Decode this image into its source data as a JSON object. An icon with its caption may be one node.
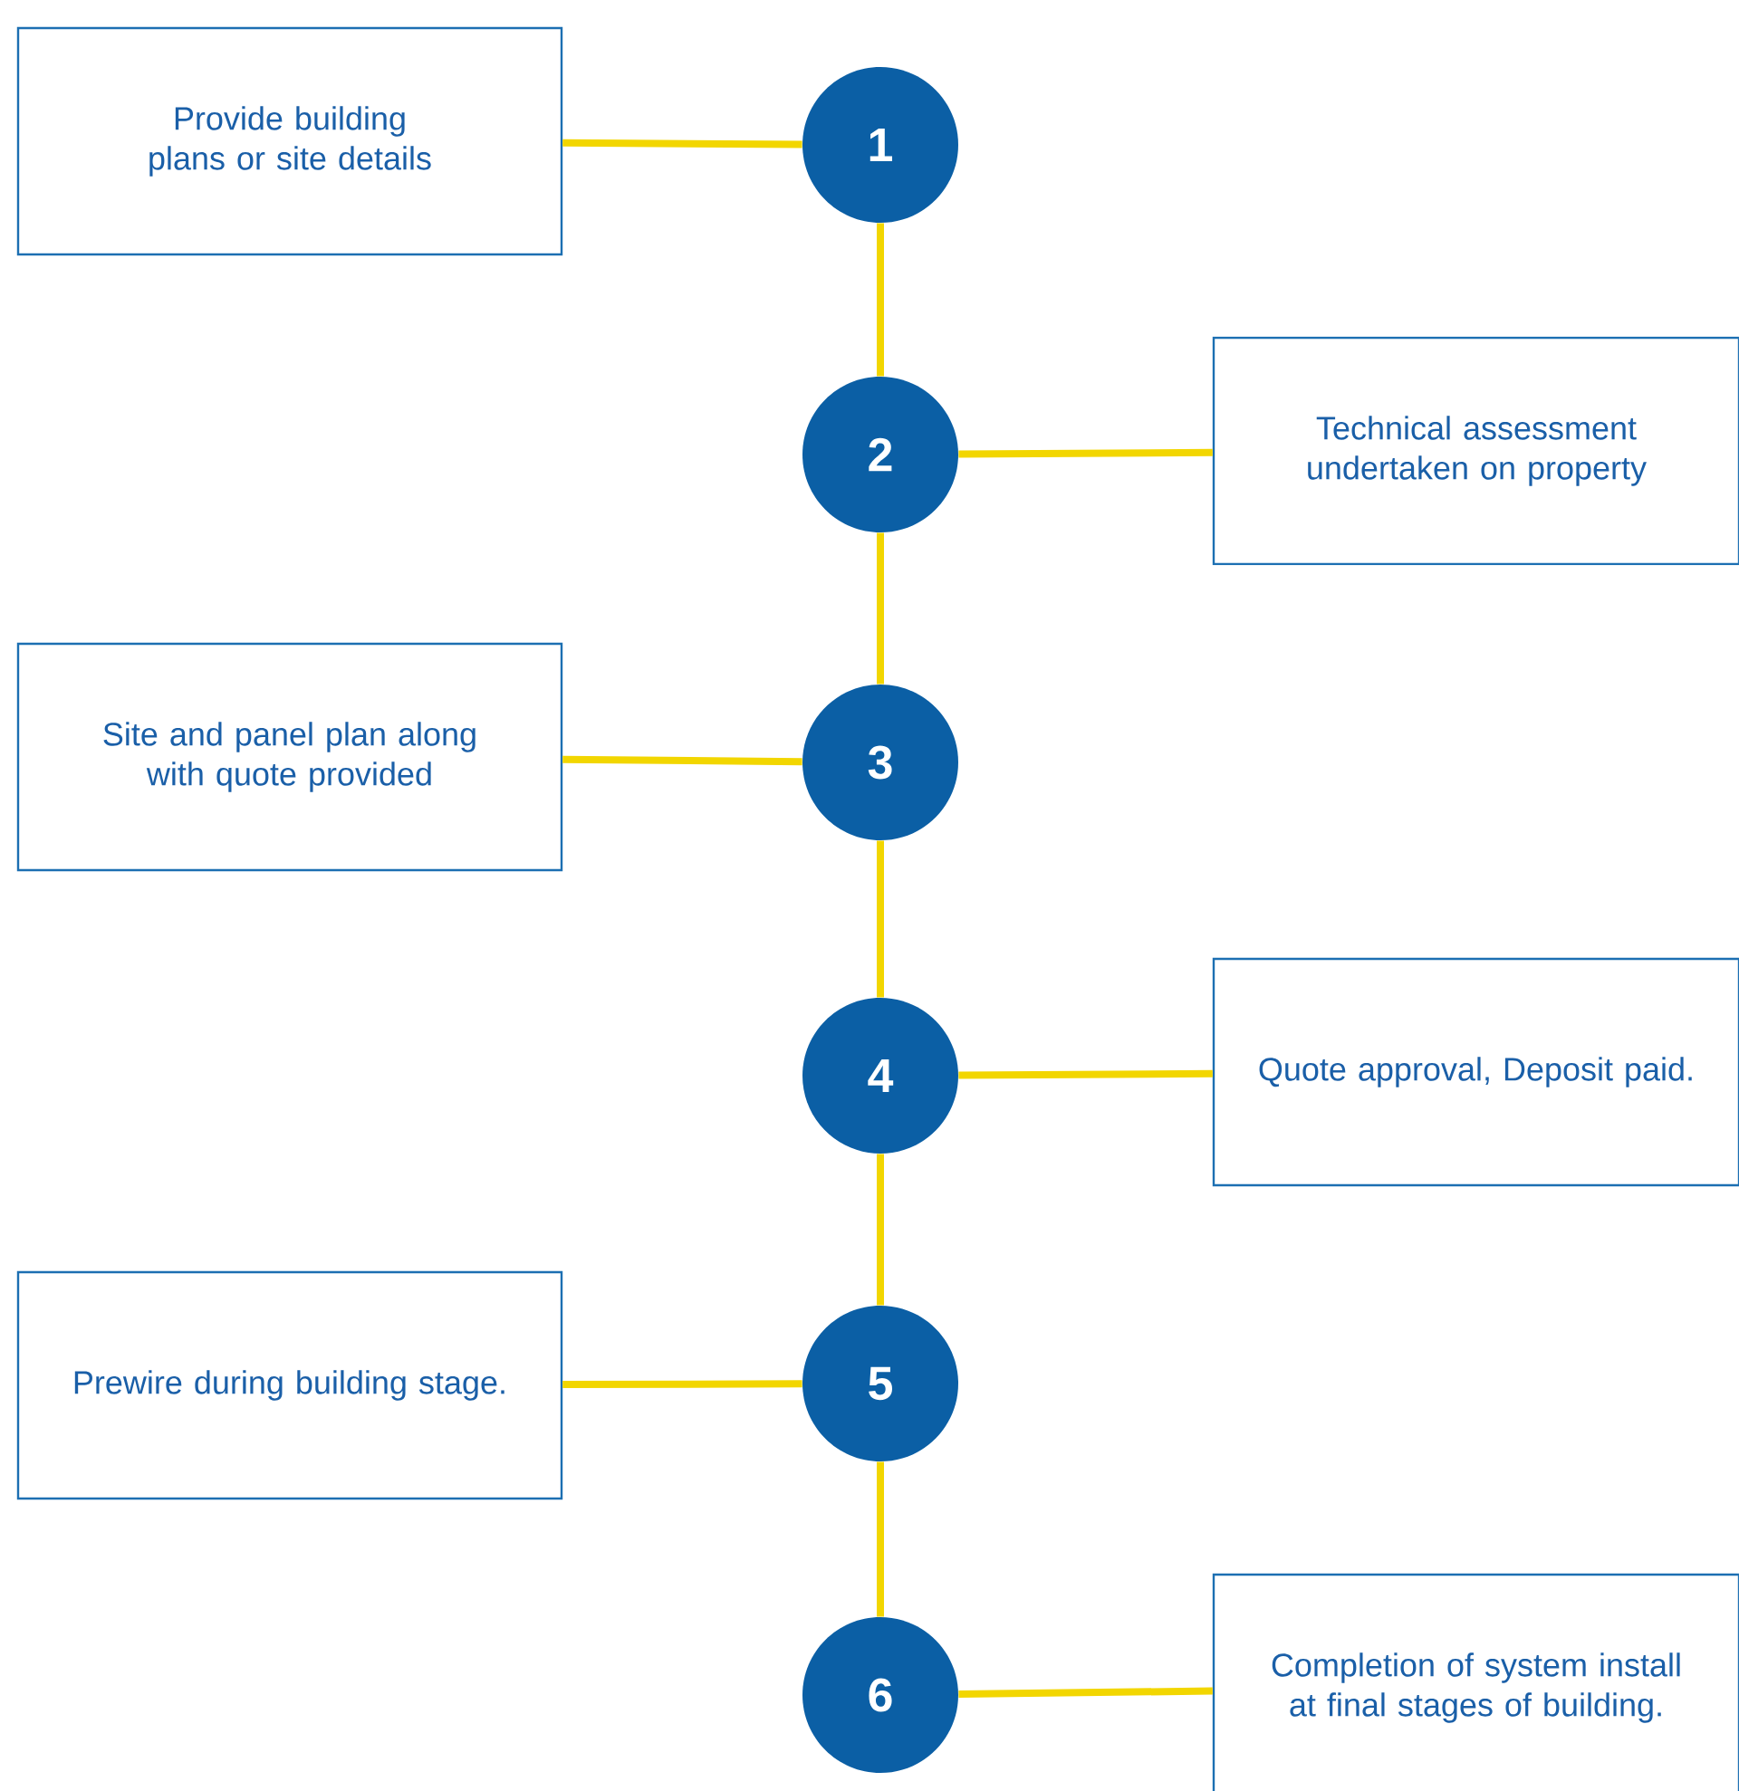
{
  "diagram": {
    "nodes": [
      {
        "text": [
          "Provide building plans or site details"
        ]
      },
      {
        "text": [
          "1"
        ]
      },
      {
        "text": [
          "2"
        ]
      },
      {
        "text": [
          "Technical assessment undertaken on property"
        ]
      },
      {
        "text": [
          "Site and panel plan along with quote provided"
        ]
      },
      {
        "text": [
          "3"
        ]
      },
      {
        "text": [
          "4"
        ]
      },
      {
        "text": [
          "Quote approval, Deposit paid."
        ]
      },
      {
        "text": [
          "Prewire during building stage."
        ]
      },
      {
        "text": [
          "5"
        ]
      },
      {
        "text": [
          "6"
        ]
      },
      {
        "text": [
          "Completion of system install at final stages of building."
        ]
      }
    ],
    "edges": [
      {
        "from": 0,
        "to": 1,
        "arrow": "none"
      },
      {
        "from": 1,
        "to": 2,
        "arrow": "none"
      },
      {
        "from": 2,
        "to": 3,
        "arrow": "none"
      },
      {
        "from": 2,
        "to": 5,
        "arrow": "none"
      },
      {
        "from": 4,
        "to": 5,
        "arrow": "none"
      },
      {
        "from": 5,
        "to": 6,
        "arrow": "none"
      },
      {
        "from": 6,
        "to": 7,
        "arrow": "none"
      },
      {
        "from": 6,
        "to": 9,
        "arrow": "none"
      },
      {
        "from": 8,
        "to": 9,
        "arrow": "none"
      },
      {
        "from": 9,
        "to": 10,
        "arrow": "none"
      },
      {
        "from": 10,
        "to": 11,
        "arrow": "none"
      }
    ]
  }
}
